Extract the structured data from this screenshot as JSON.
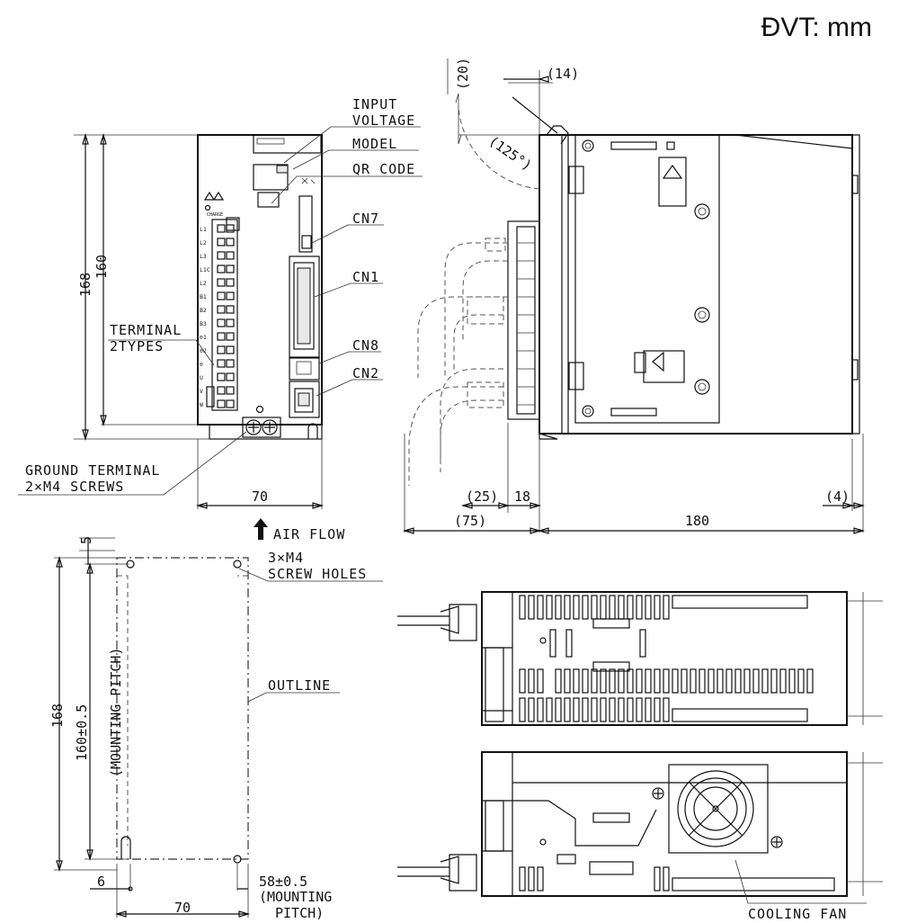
{
  "unit_label": "ĐVT: mm",
  "front_view": {
    "dim_168": "168",
    "dim_160": "160",
    "dim_70": "70",
    "label_input_voltage_1": "INPUT",
    "label_input_voltage_2": "VOLTAGE",
    "label_model": "MODEL",
    "label_qr_code": "QR CODE",
    "label_cn7": "CN7",
    "label_cn1": "CN1",
    "label_cn8": "CN8",
    "label_cn2": "CN2",
    "label_terminal_1": "TERMINAL",
    "label_terminal_2": "2TYPES",
    "label_ground_1": "GROUND TERMINAL",
    "label_ground_2": "2×M4 SCREWS",
    "label_charge": "CHARGE",
    "terminal_labels": [
      "L1",
      "L2",
      "L3",
      "L1C",
      "L2",
      "B1",
      "B2",
      "B3",
      "⊖1",
      "⊖2",
      "⊖",
      "U",
      "V",
      "W"
    ]
  },
  "side_view": {
    "dim_20": "(20)",
    "dim_14": "(14)",
    "dim_125": "(125°)",
    "dim_25": "(25)",
    "dim_18": "18",
    "dim_75": "(75)",
    "dim_180": "180",
    "dim_4": "(4)"
  },
  "mounting_view": {
    "air_flow": "AIR FLOW",
    "dim_5": "5",
    "screw_holes_1": "3×M4",
    "screw_holes_2": "SCREW HOLES",
    "label_outline": "OUTLINE",
    "dim_168": "168",
    "dim_160": "160±0.5",
    "dim_160_note": "(MOUNTING PITCH)",
    "dim_6": "6",
    "dim_70": "70",
    "dim_58": "58±0.5",
    "dim_58_note_1": "(MOUNTING",
    "dim_58_note_2": "PITCH)"
  },
  "bottom_views": {
    "label_cooling_fan": "COOLING FAN"
  }
}
